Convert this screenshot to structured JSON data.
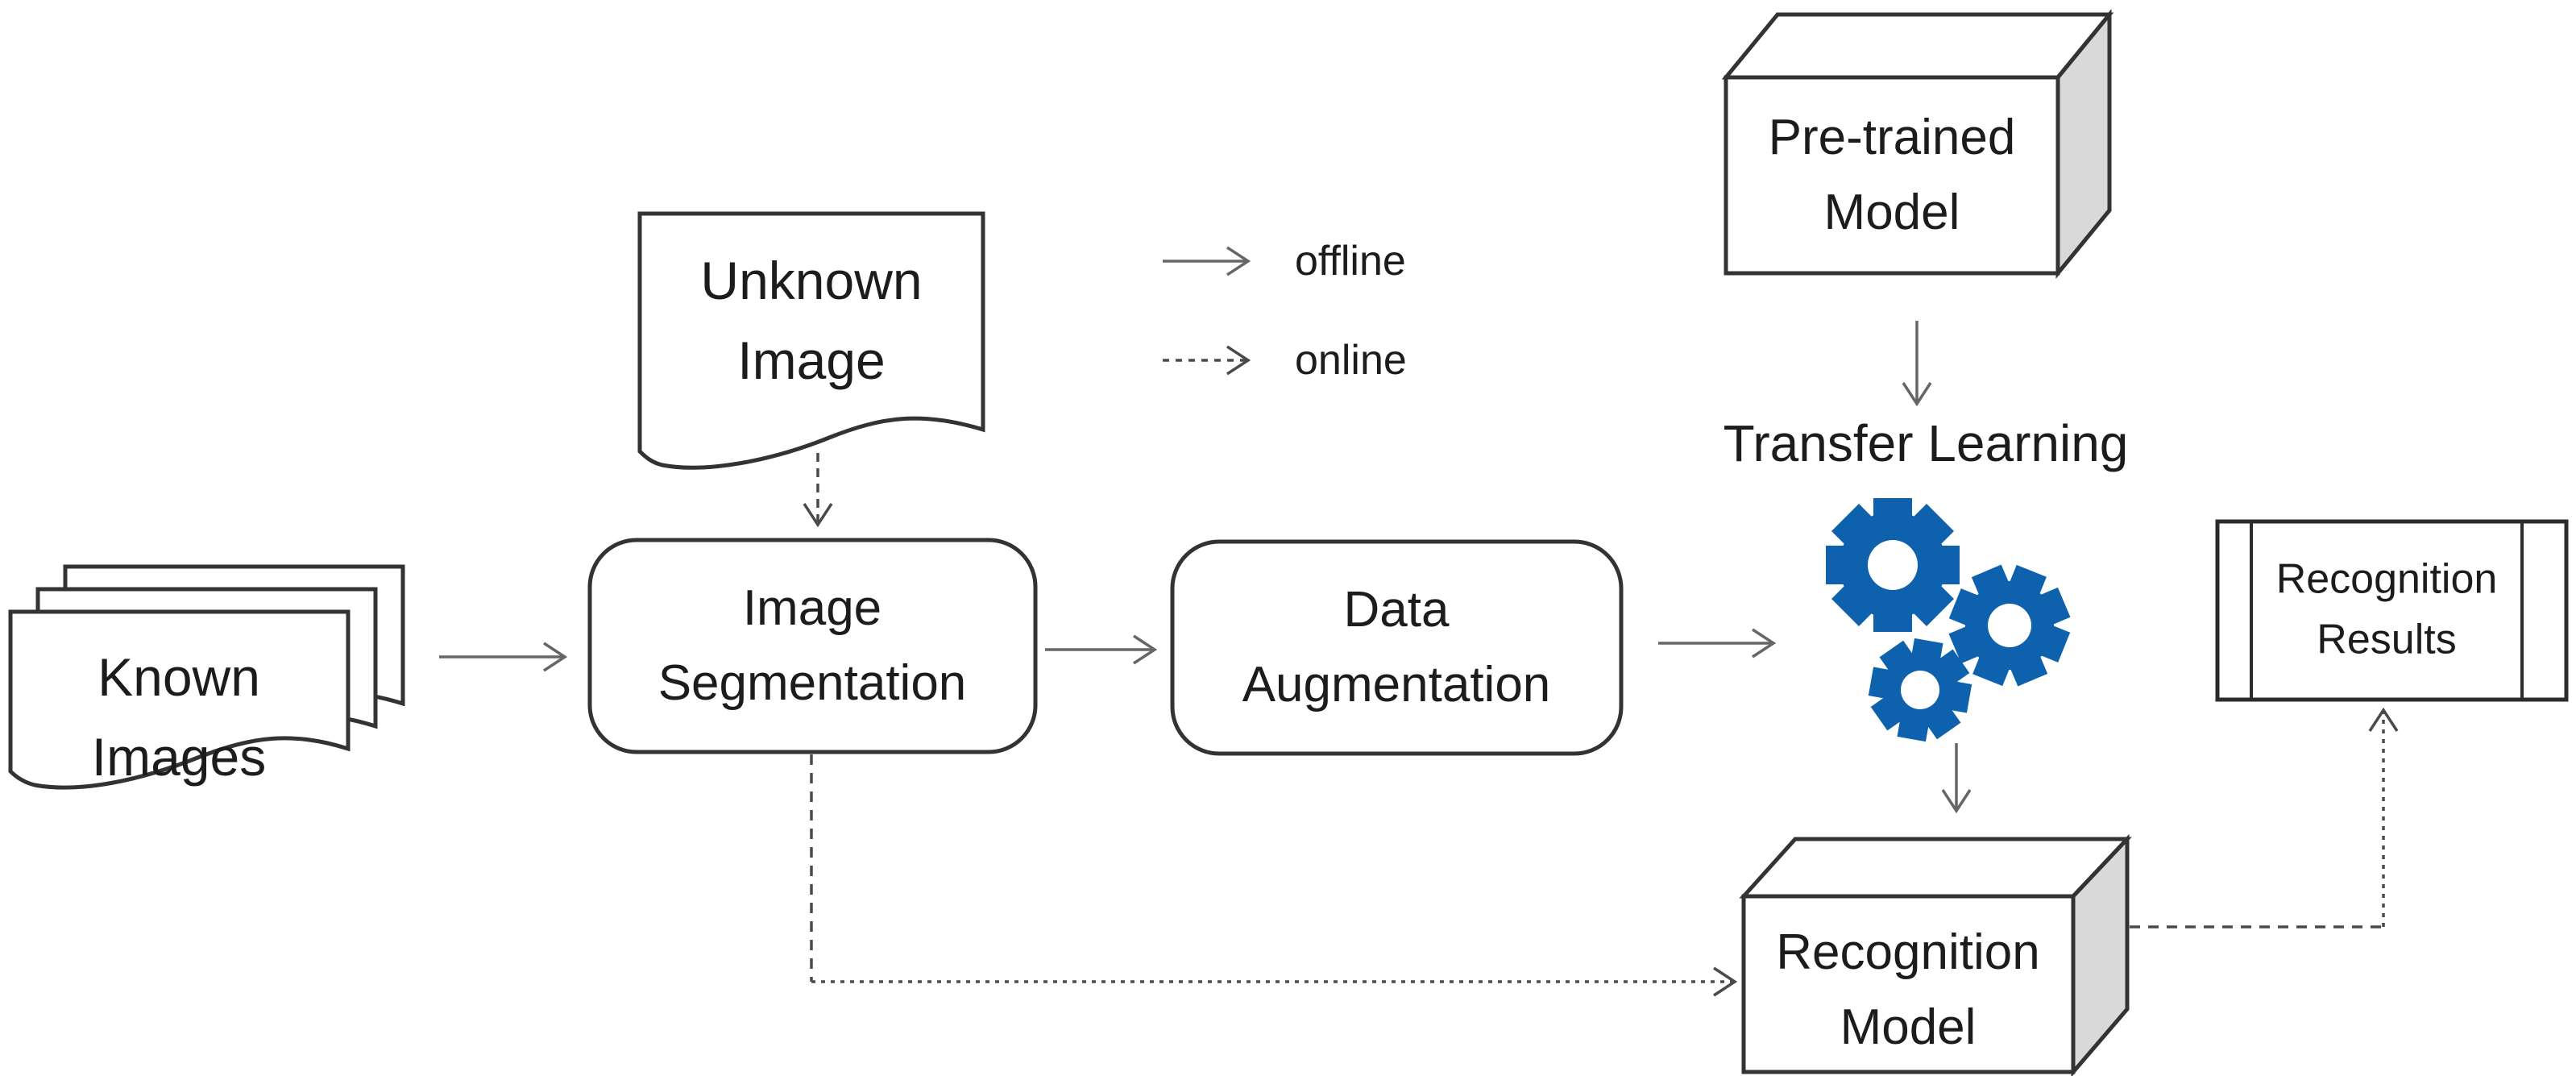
{
  "diagram": {
    "title": "Transfer-learning recognition pipeline flowchart",
    "nodes": {
      "known_images": {
        "label": "Known\nImages",
        "shape": "document-stack"
      },
      "unknown_image": {
        "label": "Unknown\nImage",
        "shape": "document"
      },
      "image_segmentation": {
        "label": "Image\nSegmentation",
        "shape": "rounded-rectangle"
      },
      "data_augmentation": {
        "label": "Data\nAugmentation",
        "shape": "rounded-rectangle"
      },
      "pretrained_model": {
        "label": "Pre-trained\nModel",
        "shape": "cube-3d"
      },
      "transfer_learning": {
        "label": "Transfer Learning",
        "shape": "gears-icon"
      },
      "recognition_model": {
        "label": "Recognition\nModel",
        "shape": "cube-3d"
      },
      "recognition_results": {
        "label": "Recognition\nResults",
        "shape": "predefined-process"
      }
    },
    "legend": {
      "offline_label": "offline",
      "online_label": "online"
    },
    "edges": [
      {
        "from": "known_images",
        "to": "image_segmentation",
        "style": "solid"
      },
      {
        "from": "unknown_image",
        "to": "image_segmentation",
        "style": "dashed"
      },
      {
        "from": "image_segmentation",
        "to": "data_augmentation",
        "style": "solid"
      },
      {
        "from": "data_augmentation",
        "to": "transfer_learning",
        "style": "solid"
      },
      {
        "from": "pretrained_model",
        "to": "transfer_learning",
        "style": "solid"
      },
      {
        "from": "transfer_learning",
        "to": "recognition_model",
        "style": "solid"
      },
      {
        "from": "image_segmentation",
        "to": "recognition_model",
        "style": "dashed"
      },
      {
        "from": "recognition_model",
        "to": "recognition_results",
        "style": "dashed"
      }
    ],
    "colors": {
      "gear_blue": "#0d61ad",
      "box_side_gray": "#d9d9d9",
      "shape_outline": "#333333",
      "solid_arrow": "#666666",
      "dashed_arrow": "#4a4a4a",
      "text": "#1c1c1c",
      "background": "#ffffff"
    }
  }
}
